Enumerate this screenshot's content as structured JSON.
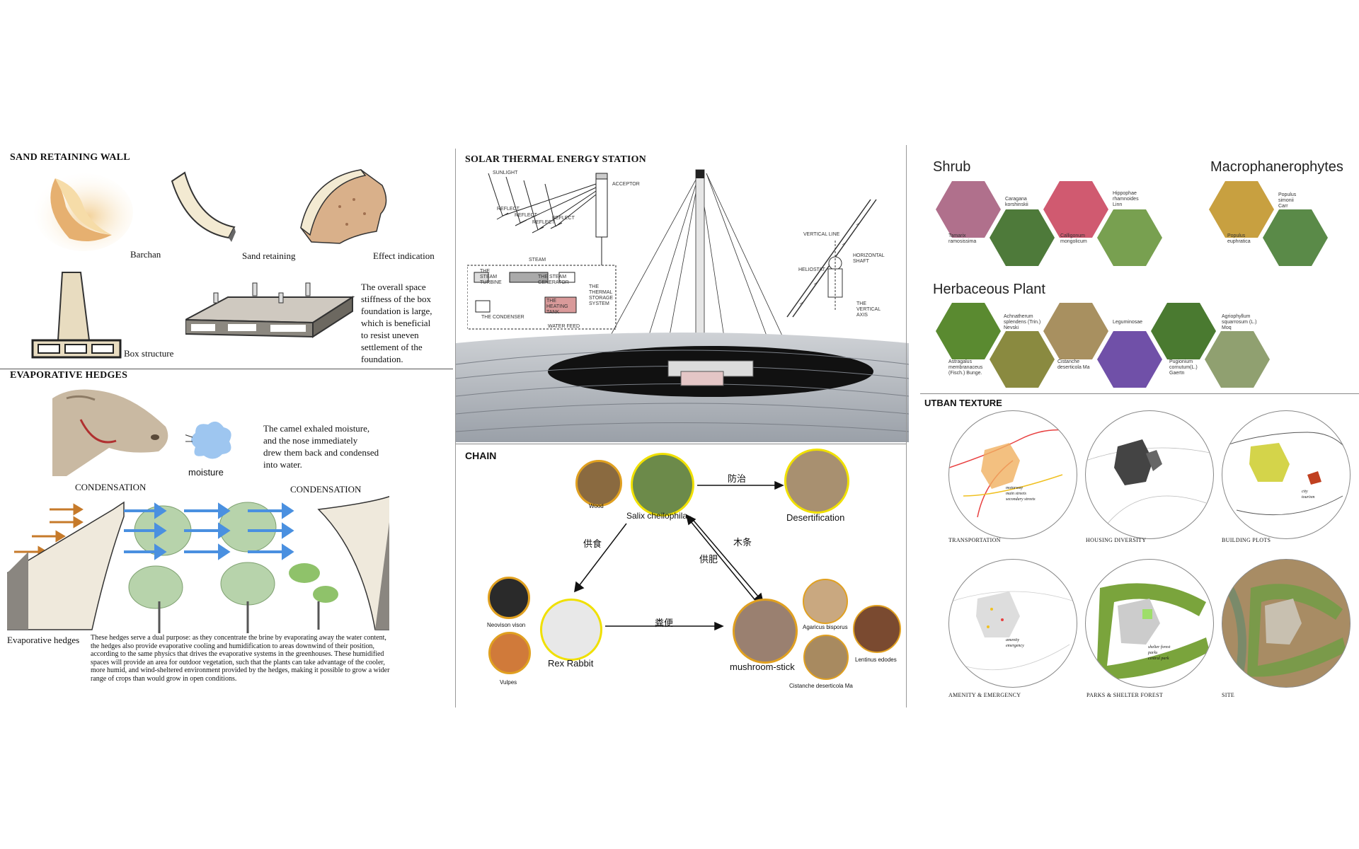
{
  "sand_wall": {
    "title": "SAND RETAINING WALL",
    "barchan": "Barchan",
    "sand_retaining": "Sand retaining",
    "effect": "Effect indication",
    "box": "Box structure",
    "desc_lines": [
      "The overall space",
      "stiffness of the box",
      "foundation is large,",
      "which is beneficial",
      "to resist uneven",
      "settlement of the",
      "foundation."
    ]
  },
  "hedges": {
    "title": "EVAPORATIVE HEDGES",
    "moisture": "moisture",
    "camel_lines": [
      "The camel exhaled moisture,",
      "and the nose immediately",
      "drew them back and condensed",
      "into water."
    ],
    "condensation_left": "CONDENSATION",
    "condensation_right": "CONDENSATION",
    "label": "Evaporative hedges",
    "desc_lines": [
      "These hedges serve a dual purpose: as they concentrate the brine by evaporating away the water content,",
      "the hedges also provide evaporative cooling and humidification to areas downwind of their position,",
      "according to the same physics that drives the evaporative systems in the greenhouses. These humidified",
      "spaces will provide an area for outdoor vegetation, such that the plants can take advantage of the cooler,",
      " more humid, and wind-sheltered environment provided by the hedges, making it possible to grow a wider",
      "range of crops than would grow in open conditions."
    ]
  },
  "solar": {
    "title": "SOLAR THERMAL ENERGY STATION",
    "sunlight": "SUNLIGHT",
    "acceptor": "ACCEPTOR",
    "reflect": "REFLECT",
    "steam": "STEAM",
    "turbine": "THE STEAM TURBINE",
    "generator": "THE STEAM GENERATOR",
    "storage": "THE THERMAL STORAGE SYSTEM",
    "condenser": "THE CONDENSER",
    "heating": "THE HEATING TANK",
    "feed": "WATER FEED",
    "vertical_line": "VERTICAL LINE",
    "heliostat": "HELIOSTAT",
    "horizontal_shaft": "HORIZONTAL SHAFT",
    "vertical_axis": "THE VERTICAL AXIS"
  },
  "chain": {
    "title": "CHAIN",
    "wood": "Wood",
    "salix": "Salix cheilophila",
    "desertification": "Desertification",
    "fangzhi": "防治",
    "gongshi": "供食",
    "mutiao": "木条",
    "gongfei": "供肥",
    "fenbian": "粪便",
    "neovison": "Neovison vison",
    "vulpes": "Vulpes",
    "rex": "Rex Rabbit",
    "mushroom": "mushroom-stick",
    "agaricus": "Agaricus bisporus",
    "lentinus": "Lentinus edodes",
    "cistanche": "Cistanche deserticola Ma"
  },
  "plants": {
    "shrub": "Shrub",
    "macro": "Macrophanerophytes",
    "herb": "Herbaceous Plant",
    "labels": {
      "tamarix": [
        "Tamarix",
        "ramosissima"
      ],
      "caragana": [
        "Caragana",
        "korshinskii"
      ],
      "calligonum": [
        "Calligonum",
        "mongolicum"
      ],
      "hippophae": [
        "Hippophae",
        "rhamnoides",
        "Linn"
      ],
      "populus_s": [
        "Populus",
        "simonii",
        "Carr"
      ],
      "populus_e": [
        "Populus",
        "euphratica"
      ],
      "astragalus": [
        "Astragalus",
        "membranaceus",
        "(Fisch.) Bunge."
      ],
      "achnatherum": [
        "Achnatherum",
        "splendens (Trin.)",
        "Nevski"
      ],
      "cistanche": [
        "Cistanche",
        "deserticola Ma"
      ],
      "leguminosae": [
        "Leguminosae"
      ],
      "pugionium": [
        "Pugionium",
        "cornutum(L.)",
        "Gaertn"
      ],
      "agriophyllum": [
        "Agriophyllum",
        "squarrosum (L.)",
        "Moq"
      ]
    }
  },
  "urban": {
    "title": "UTBAN TEXTURE",
    "maps": [
      "TRANSPORTATION",
      "HOUSING DIVERSITY",
      "BUILDING PLOTS",
      "AMENITY & EMERGENCY",
      "PARKS & SHELTER FOREST",
      "SITE"
    ],
    "legend_transport": [
      "motorway",
      "main streets",
      "secondary streets"
    ],
    "legend_plots": [
      "city",
      "tourism"
    ],
    "legend_amenity": [
      "amenity",
      "emergency"
    ],
    "legend_parks": [
      "shelter forest",
      "parks",
      "central park"
    ]
  },
  "colors": {
    "accent_orange": "#c67a2a",
    "arrow_blue": "#4a90e0",
    "ring_yellow": "#f0e000",
    "ring_orange": "#e0a020",
    "park_green": "#7aa43c"
  }
}
